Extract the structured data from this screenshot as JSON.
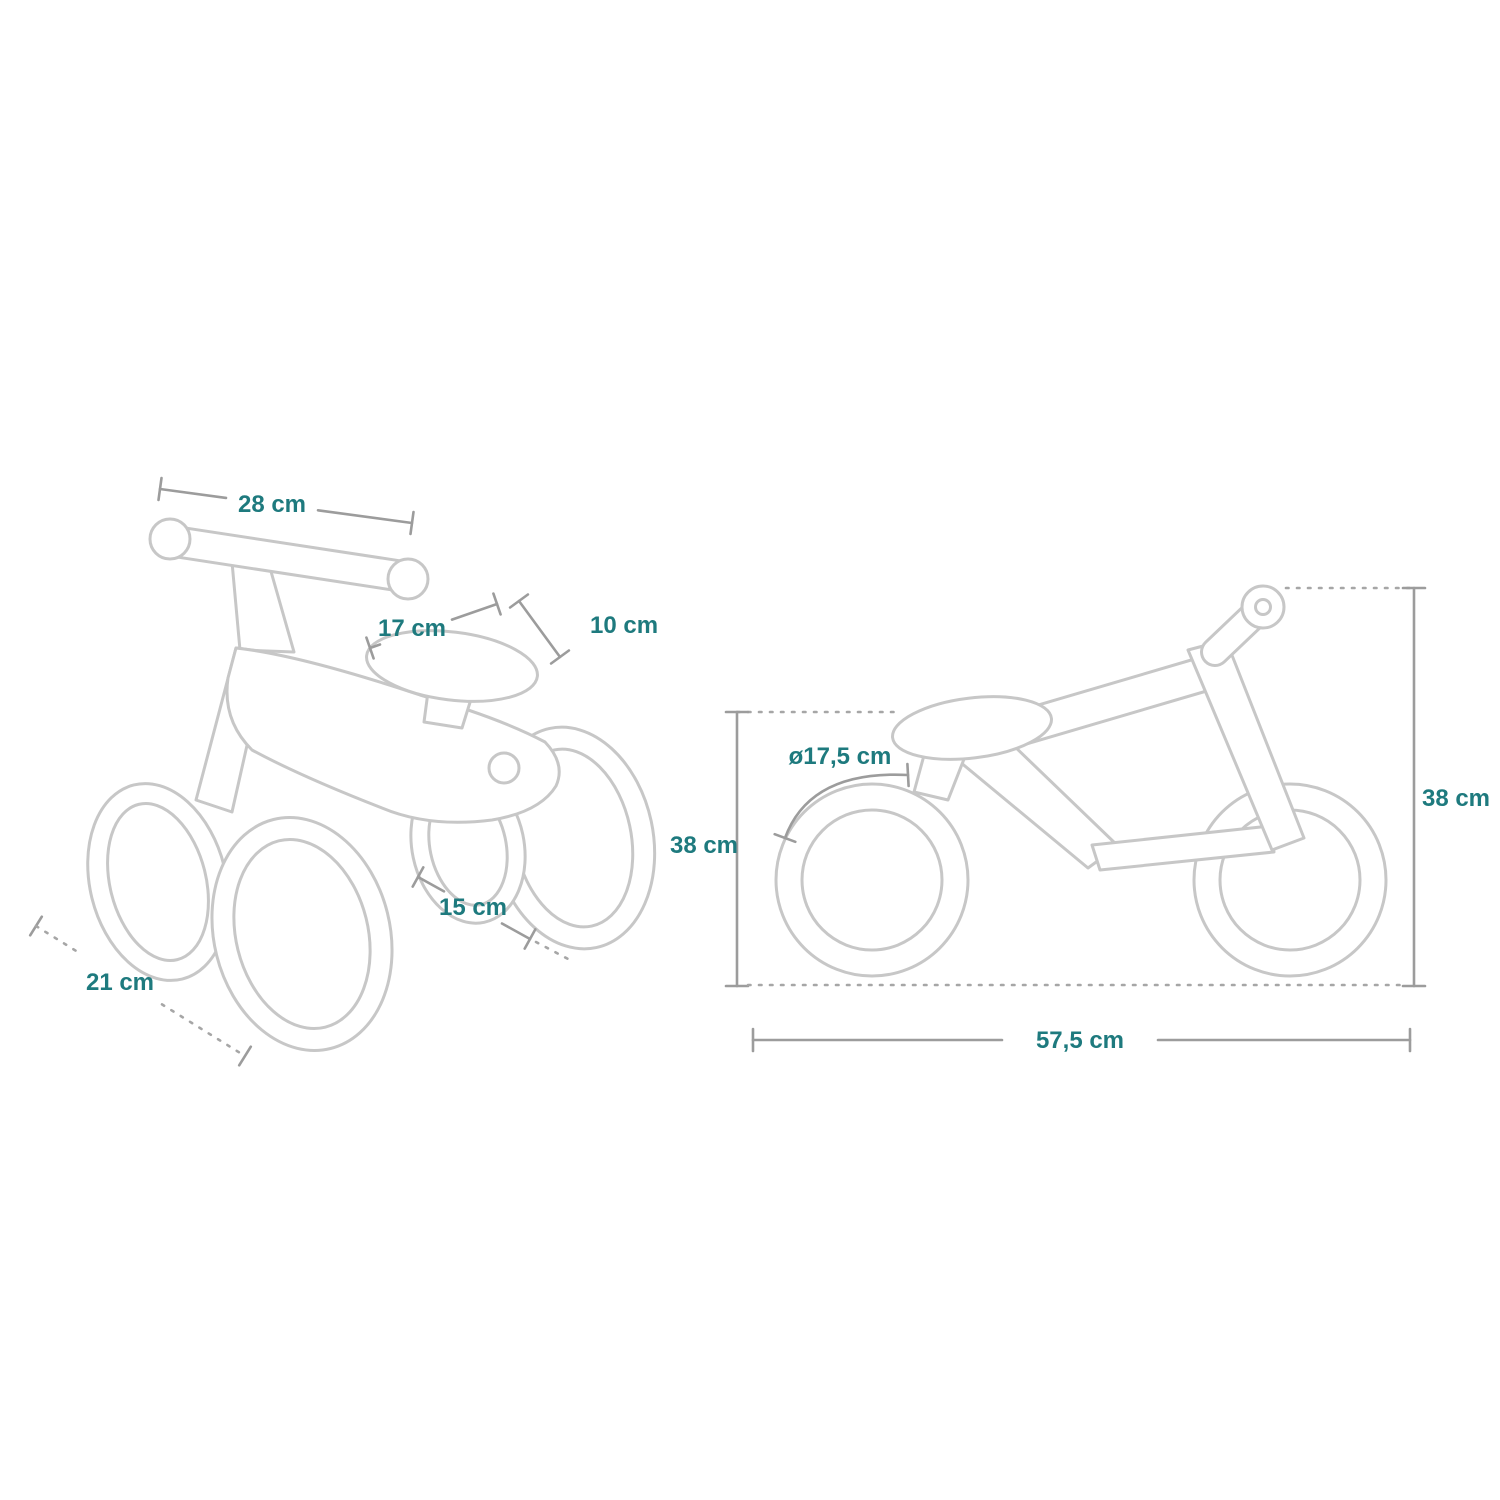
{
  "diagram": {
    "subject": "toddler balance bike dimension drawing",
    "colors": {
      "label_text": "#1e7a7e",
      "artwork_line": "#c7c7c7",
      "dimension_line": "#9c9c9c"
    },
    "views": {
      "perspective": {
        "handlebar_width": "28 cm",
        "seat_length": "17 cm",
        "seat_width": "10 cm",
        "rear_wheel_spacing": "15 cm",
        "front_wheel_spacing": "21 cm"
      },
      "side": {
        "wheel_diameter": "ø17,5 cm",
        "seat_height": "38 cm",
        "overall_height": "38 cm",
        "overall_length": "57,5 cm"
      }
    }
  }
}
